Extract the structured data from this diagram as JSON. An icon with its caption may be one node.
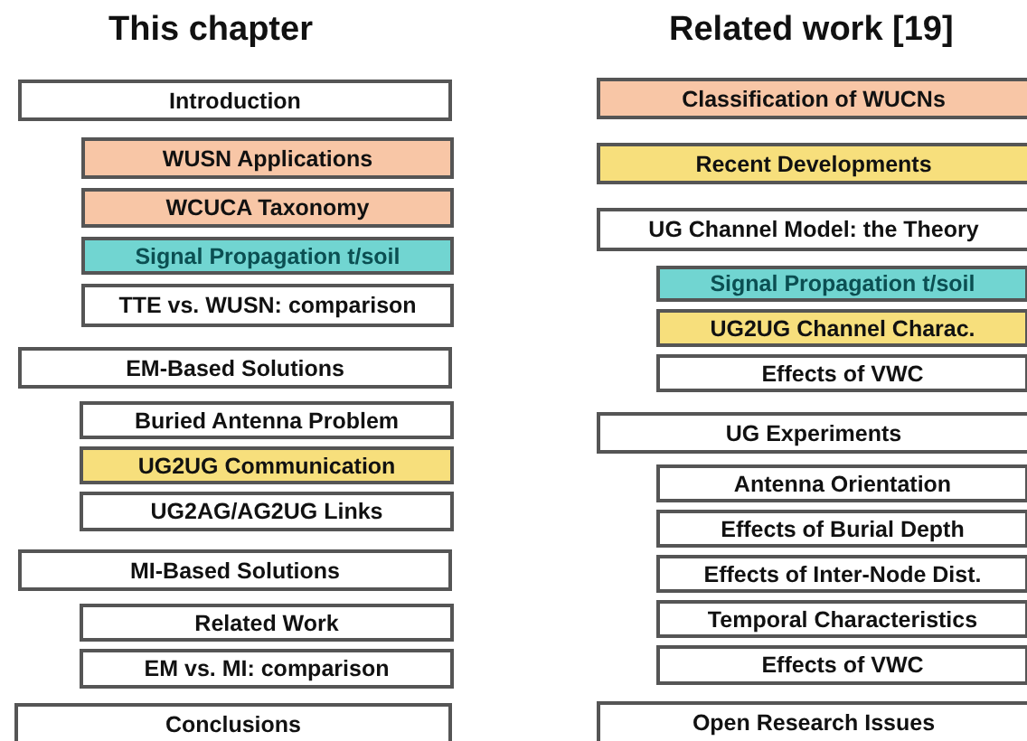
{
  "diagram": {
    "nodes": [
      {
        "text": [
          "Introduction"
        ]
      },
      {
        "text": [
          "WUSN Applications"
        ]
      },
      {
        "text": [
          "WCUCA Taxonomy"
        ]
      },
      {
        "text": [
          "Signal Propagation t/soil"
        ]
      },
      {
        "text": [
          "TTE vs. WUSN: comparison"
        ]
      },
      {
        "text": [
          "EM-Based Solutions"
        ]
      },
      {
        "text": [
          "Buried Antenna Problem"
        ]
      },
      {
        "text": [
          "UG2UG Communication"
        ]
      },
      {
        "text": [
          "UG2AG/AG2UG Links"
        ]
      },
      {
        "text": [
          "MI-Based Solutions"
        ]
      },
      {
        "text": [
          "Related Work"
        ]
      },
      {
        "text": [
          "EM vs. MI: comparison"
        ]
      },
      {
        "text": [
          "Conclusions"
        ]
      },
      {
        "text": [
          "Classification of WUCNs"
        ]
      },
      {
        "text": [
          "Recent Developments"
        ]
      },
      {
        "text": [
          "UG Channel Model: the Theory"
        ]
      },
      {
        "text": [
          "Signal Propagation t/soil"
        ]
      },
      {
        "text": [
          "UG2UG Channel Charac."
        ]
      },
      {
        "text": [
          "Effects of VWC"
        ]
      },
      {
        "text": [
          "UG Experiments"
        ]
      },
      {
        "text": [
          "Antenna Orientation"
        ]
      },
      {
        "text": [
          "Effects of Burial Depth"
        ]
      },
      {
        "text": [
          "Effects of Inter-Node Dist."
        ]
      },
      {
        "text": [
          "Temporal Characteristics"
        ]
      },
      {
        "text": [
          "Effects of VWC"
        ]
      },
      {
        "text": [
          "Open Research Issues"
        ]
      }
    ],
    "labels": [
      "This chapter",
      "Related work [19]"
    ]
  }
}
